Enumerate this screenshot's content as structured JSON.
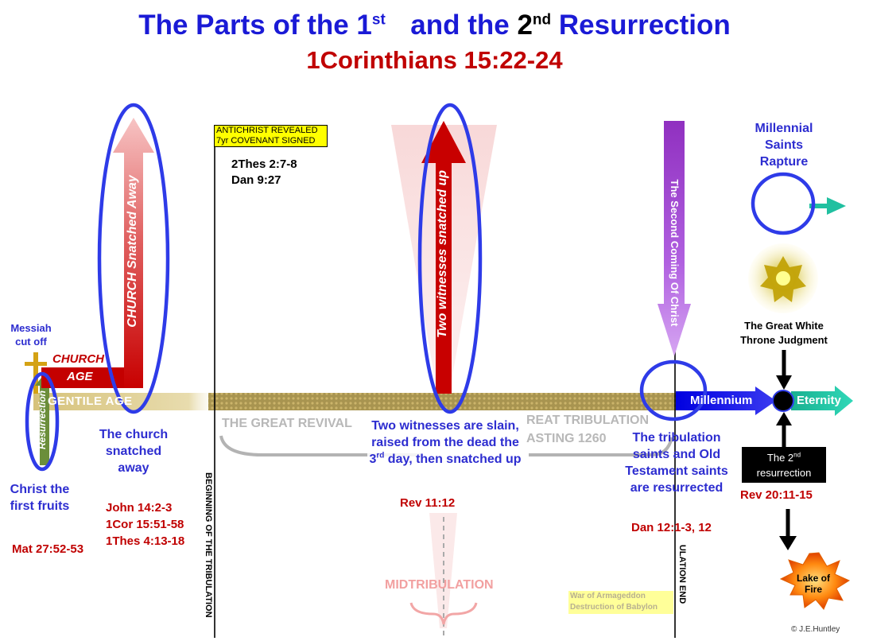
{
  "title": {
    "part1": "The Parts of the 1",
    "sup1": "st",
    "part2": "and the",
    "part3": "2",
    "sup2": "nd",
    "part4": "Resurrection",
    "subtitle": "1Corinthians 15:22-24"
  },
  "labels": {
    "messiah": "Messiah cut off",
    "church_age_1": "CHURCH",
    "church_age_2": "AGE",
    "gentile_age": "GENTILE AGE",
    "resurrection": "Resurrection",
    "christ_first_fruits": "Christ the first fruits",
    "mat_ref": "Mat 27:52-53",
    "church_snatched_arrow": "CHURCH Snatched Away",
    "church_snatched": "The church snatched away",
    "church_refs": [
      "John 14:2-3",
      "1Cor 15:51-58",
      "1Thes 4:13-18"
    ],
    "antichrist_1": "ANTICHRIST  REVEALED",
    "antichrist_2": "7yr COVENANT  SIGNED",
    "thes_ref_1": "2Thes 2:7-8",
    "thes_ref_2": "Dan 9:27",
    "great_revival": "THE GREAT REVIVAL",
    "beginning_trib": "BEGINNING OF THE TRIBULATION",
    "two_witnesses_arrow": "Two witnesses snatched up",
    "two_witnesses_1": "Two witnesses are slain, raised from the dead the 3",
    "two_witnesses_sup": "rd",
    "two_witnesses_2": " day, then snatched up",
    "rev11": "Rev 11:12",
    "great_trib": "REAT TRIBULATION",
    "lasting": "ASTING 1260",
    "midtrib": "MIDTRIBULATION",
    "armageddon_1": "War of Armageddon",
    "armageddon_2": "Destruction of Babylon",
    "trib_end": "ULATION END",
    "second_coming": "The Second Coming Of Christ",
    "trib_saints": "The tribulation saints and Old Testament saints are resurrected",
    "dan_ref": "Dan 12:1-3, 12",
    "millennial": "Millennial Saints Rapture",
    "white_throne": "The Great White Throne Judgment",
    "millennium": "Millennium",
    "eternity": "Eternity",
    "second_res_1": "The 2",
    "second_res_sup": "nd",
    "second_res_2": "resurrection",
    "rev20": "Rev 20:11-15",
    "lake_1": "Lake of",
    "lake_2": "Fire",
    "copyright": "© J.E.Huntley"
  },
  "colors": {
    "title_blue": "#1a1ad6",
    "ref_red": "#c00000",
    "circle_blue": "#2e3be8",
    "timeline_gold": "#b8a050",
    "millennium_blue": "#1a1ae0",
    "eternity_teal": "#20c0a0",
    "second_coming_purple": "#a040d0"
  }
}
